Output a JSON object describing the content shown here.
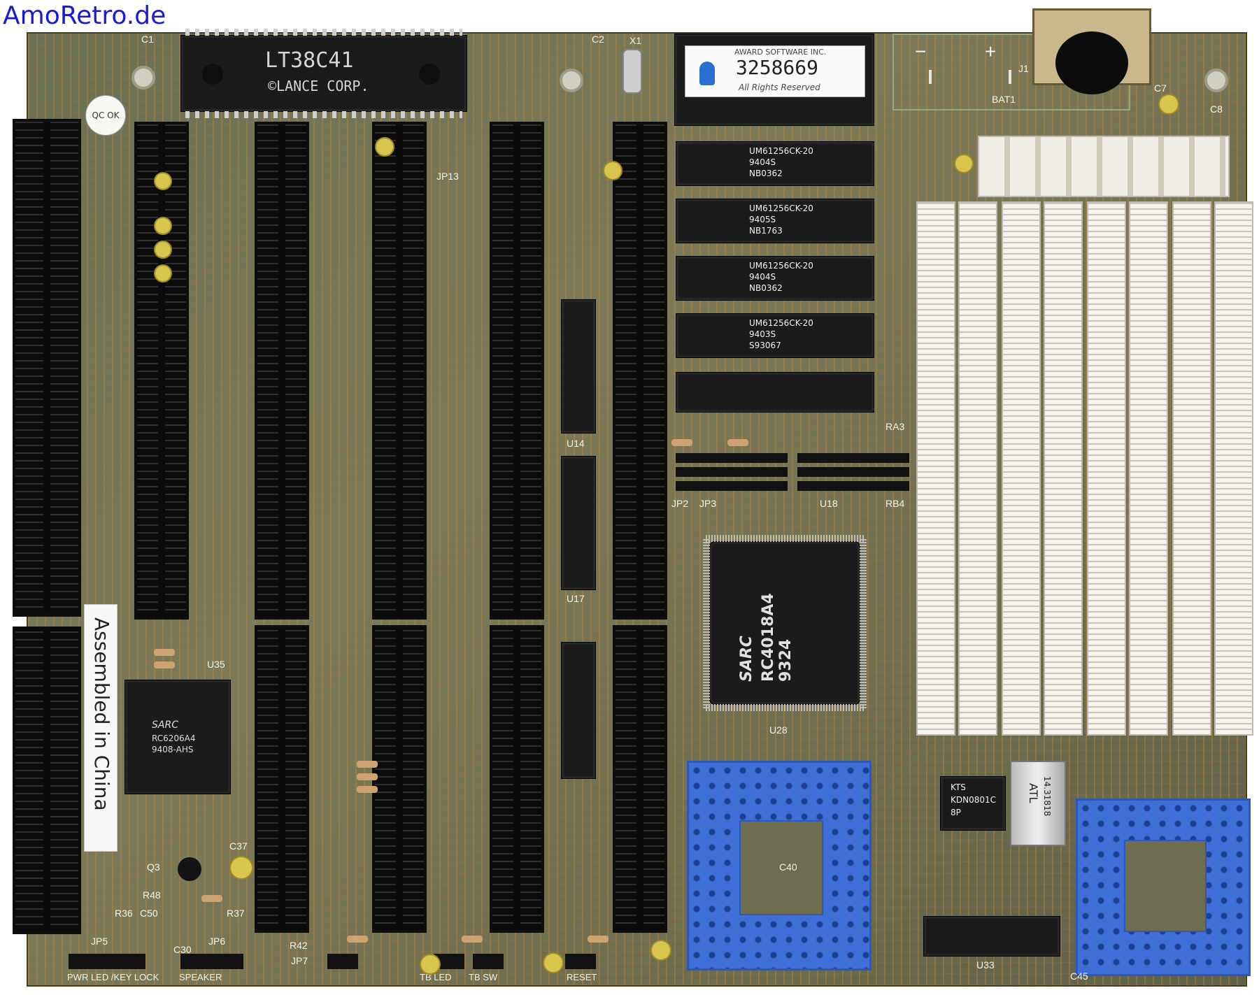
{
  "watermark": {
    "text": "AmoRetro.de",
    "color": "#1a1ad0"
  },
  "board": {
    "color": "#6b7154",
    "trace_color": "#c8873c"
  },
  "chips": {
    "lance": {
      "line1": "LT38C41",
      "line2": "©LANCE CORP."
    },
    "bios": {
      "brand": "AWARD SOFTWARE INC.",
      "number": "3258669",
      "rights": "All Rights Reserved"
    },
    "ram": [
      {
        "part": "UM61256CK-20",
        "code": "9404S",
        "lot": "NB0362"
      },
      {
        "part": "UM61256CK-20",
        "code": "9405S",
        "lot": "NB1763"
      },
      {
        "part": "UM61256CK-20",
        "code": "9404S",
        "lot": "NB0362"
      },
      {
        "part": "UM61256CK-20",
        "code": "9403S",
        "lot": "S93067"
      }
    ],
    "cpu": {
      "brand": "SARC",
      "model": "RC4018A4",
      "date": "9324"
    },
    "io": {
      "brand": "SARC",
      "model": "RC6206A4",
      "date": "9408-AHS"
    },
    "osc": {
      "brand": "ATL",
      "freq": "14.31818"
    },
    "kts": {
      "line1": "KTS",
      "line2": "KDN0801C",
      "line3": "8P"
    }
  },
  "labels": {
    "assembled": "Assembled in China",
    "qc": "QC OK",
    "bat": "BAT1",
    "minus": "−",
    "plus": "+",
    "j1": "J1",
    "c7": "C7",
    "c8": "C8",
    "c1": "C1",
    "c2": "C2",
    "x1": "X1",
    "u14": "U14",
    "u17": "U17",
    "u18": "U18",
    "u28": "U28",
    "u35": "U35",
    "u33": "U33",
    "jp2": "JP2",
    "jp3": "JP3",
    "jp13": "JP13",
    "ra3": "RA3",
    "rb4": "RB4",
    "q3": "Q3",
    "c37": "C37",
    "c30": "C30",
    "c40": "C40",
    "c45": "C45",
    "c50": "C50",
    "r48": "R48",
    "r36": "R36",
    "r37": "R37",
    "r42": "R42",
    "jp5": "JP5",
    "jp6": "JP6",
    "jp7": "JP7",
    "power_led": "PWR LED /KEY LOCK",
    "speaker": "SPEAKER",
    "turbo_led": "TB LED",
    "turbo_sw": "TB SW",
    "reset": "RESET"
  }
}
